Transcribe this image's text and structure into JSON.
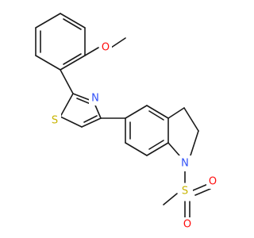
{
  "molecule": {
    "atoms": {
      "methoxy_o": "O",
      "thiazole_s": "S",
      "thiazole_n": "N",
      "indoline_n": "N",
      "sulfonyl_s": "S",
      "sulfonyl_o_right": "O",
      "sulfonyl_o_bottom": "O"
    },
    "colors": {
      "bond": "#1a1a1a",
      "carbon": "#1a1a1a",
      "oxygen": "#ff0d0d",
      "nitrogen": "#3050f8",
      "sulfur": "#c8b400"
    }
  }
}
